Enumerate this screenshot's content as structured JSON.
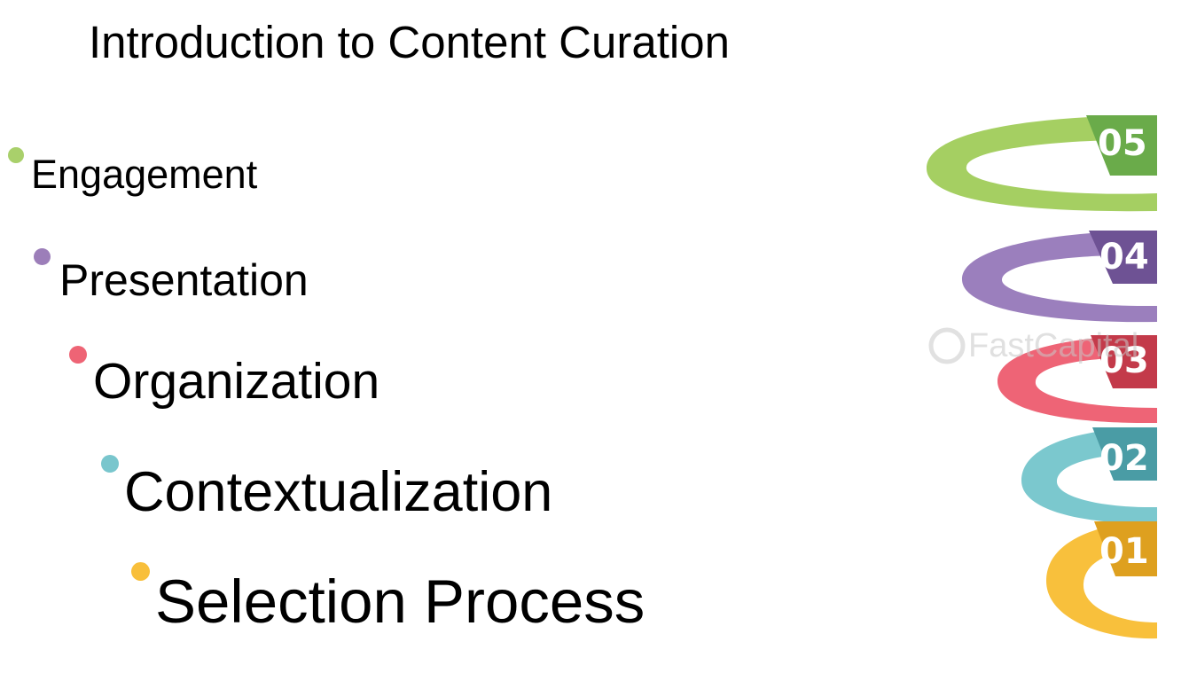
{
  "title": "Introduction to Content Curation",
  "steps": [
    {
      "label": "Engagement",
      "color": "#a9d06b"
    },
    {
      "label": "Presentation",
      "color": "#9c7eb9"
    },
    {
      "label": "Organization",
      "color": "#ee6475"
    },
    {
      "label": "Contextualization",
      "color": "#79c6cd"
    },
    {
      "label": "Selection Process",
      "color": "#f8bf3b"
    }
  ],
  "spiral": {
    "rings": [
      {
        "number": "05",
        "color": "#a5cf62",
        "dark": "#6aab4a"
      },
      {
        "number": "04",
        "color": "#9b7fbd",
        "dark": "#6e5294"
      },
      {
        "number": "03",
        "color": "#ee6476",
        "dark": "#c33a4a"
      },
      {
        "number": "02",
        "color": "#7bc8ce",
        "dark": "#4a9ca5"
      },
      {
        "number": "01",
        "color": "#f8c03c",
        "dark": "#dea01f"
      }
    ],
    "watermark": "FastCapital"
  }
}
